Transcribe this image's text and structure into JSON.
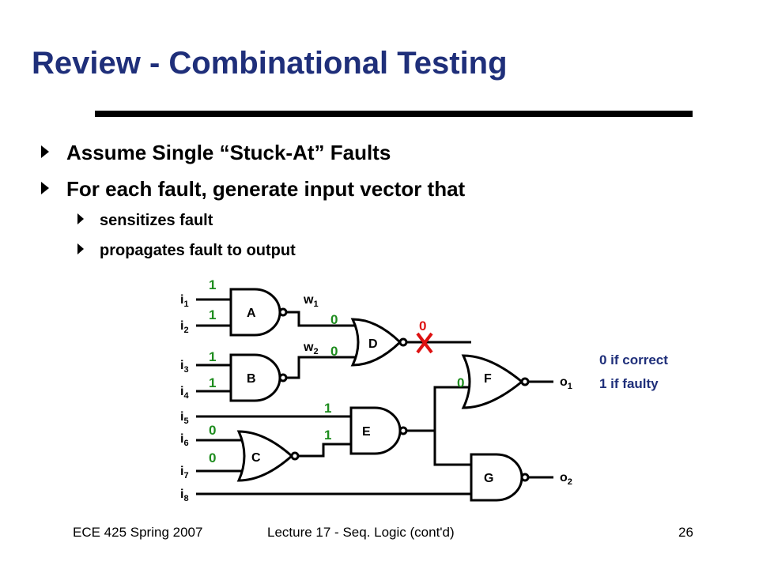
{
  "slide": {
    "title": "Review - Combinational Testing",
    "bullets": [
      "Assume Single “Stuck-At” Faults",
      "For each fault, generate input vector that"
    ],
    "sub_bullets": [
      "sensitizes fault",
      "propagates fault to output"
    ]
  },
  "circuit": {
    "inputs": [
      "i1",
      "i2",
      "i3",
      "i4",
      "i5",
      "i6",
      "i7",
      "i8"
    ],
    "wires": [
      "w1",
      "w2"
    ],
    "outputs": [
      "o1",
      "o2"
    ],
    "gates": [
      "A",
      "B",
      "C",
      "D",
      "E",
      "F",
      "G"
    ],
    "input_values": [
      "1",
      "1",
      "1",
      "1",
      "0",
      "0"
    ],
    "d_input_values": [
      "0",
      "0"
    ],
    "e_input_values": [
      "1",
      "1"
    ],
    "fault_value": "0",
    "f_input_value": "0",
    "notes": [
      "0 if correct",
      "1 if faulty"
    ],
    "colors": {
      "value": "#1e8c1e",
      "fault": "#dd1111",
      "note": "#1f2f7a"
    }
  },
  "footer": {
    "course": "ECE 425 Spring 2007",
    "lecture": "Lecture 17 - Seq. Logic (cont'd)",
    "page": "26"
  }
}
